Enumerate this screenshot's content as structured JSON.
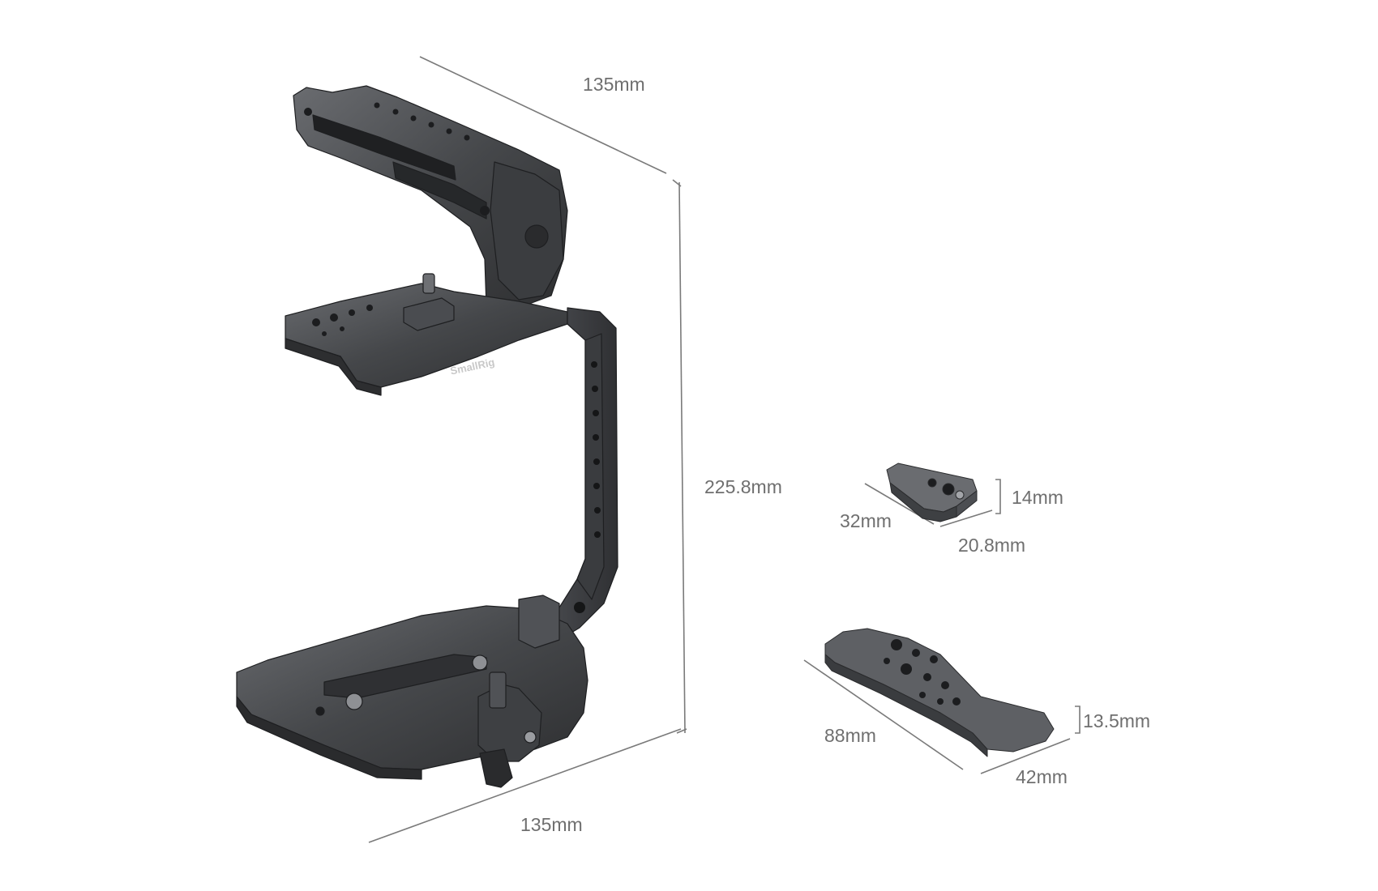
{
  "colors": {
    "metal_dark": "#3a3b3d",
    "metal_mid": "#55575a",
    "metal_light": "#7a7c80",
    "dimension_line": "#7a7a7a",
    "dimension_text": "#6f6f6f"
  },
  "cage": {
    "brand_logo_text": "SmallRig",
    "dims": {
      "top_depth": "135mm",
      "height": "225.8mm",
      "bottom_width": "135mm"
    }
  },
  "small_plate": {
    "dims": {
      "length": "32mm",
      "width": "20.8mm",
      "height": "14mm"
    }
  },
  "base_plate": {
    "dims": {
      "length": "88mm",
      "width": "42mm",
      "height": "13.5mm"
    }
  }
}
